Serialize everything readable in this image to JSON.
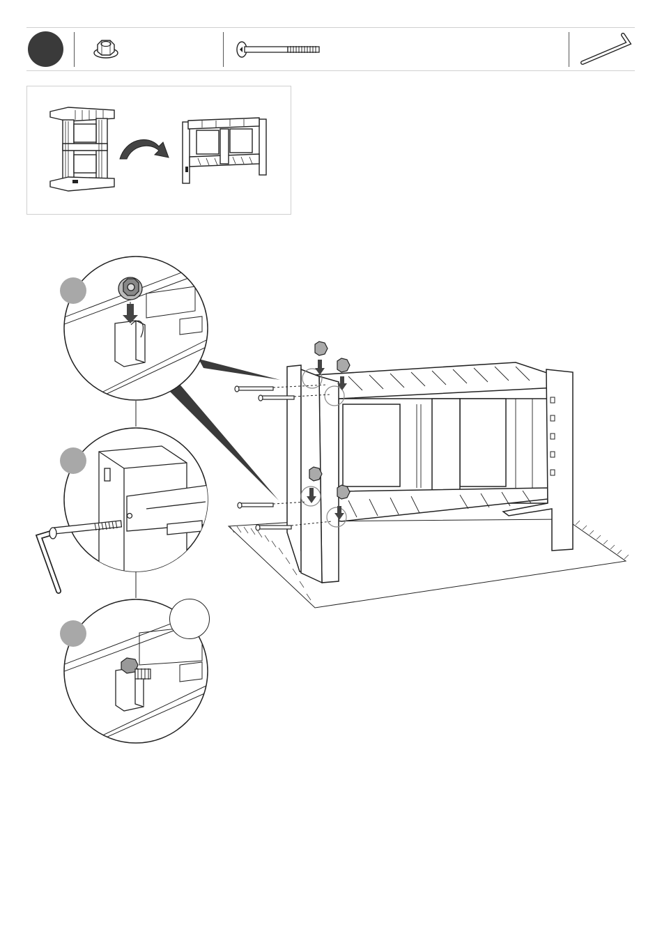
{
  "header": {
    "step_number": "",
    "parts": [
      {
        "icon": "flange-nut-icon",
        "quantity": ""
      },
      {
        "icon": "bolt-icon",
        "quantity": ""
      },
      {
        "icon": "allen-key-icon",
        "quantity": ""
      }
    ]
  },
  "preview_panel": {
    "icon": "flip-arrow-icon"
  },
  "details": [
    {
      "index": "",
      "icon": "nut-insert-detail"
    },
    {
      "index": "",
      "icon": "bolt-insert-detail"
    },
    {
      "index": "",
      "icon": "nut-tightened-detail"
    }
  ],
  "colors": {
    "ink": "#222222",
    "step_circle": "#3a3a3a",
    "detail_badge": "#a8a8a8",
    "divider": "#cfcfcf"
  }
}
